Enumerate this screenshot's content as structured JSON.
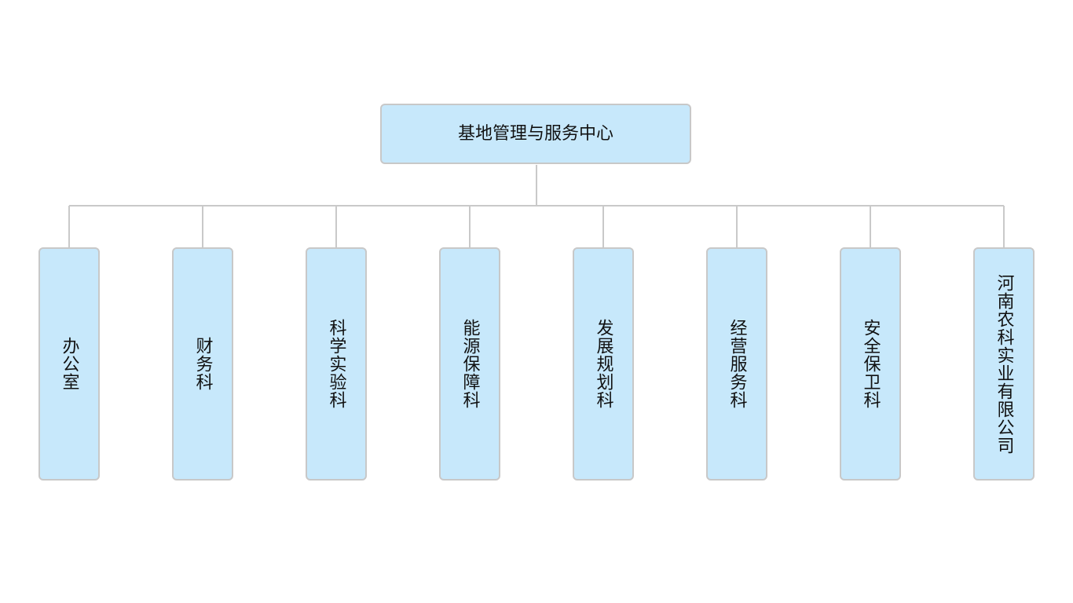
{
  "org_chart": {
    "root": {
      "label": "基地管理与服务中心"
    },
    "children": [
      {
        "label": "办公室"
      },
      {
        "label": "财务科"
      },
      {
        "label": "科学实验科"
      },
      {
        "label": "能源保障科"
      },
      {
        "label": "发展规划科"
      },
      {
        "label": "经营服务科"
      },
      {
        "label": "安全保卫科"
      },
      {
        "label": "河南农科实业有限公司"
      }
    ],
    "colors": {
      "node_fill": "#c7e8fb",
      "node_border": "#c8c8c8",
      "connector": "#c9c9c9",
      "text": "#111111"
    }
  }
}
